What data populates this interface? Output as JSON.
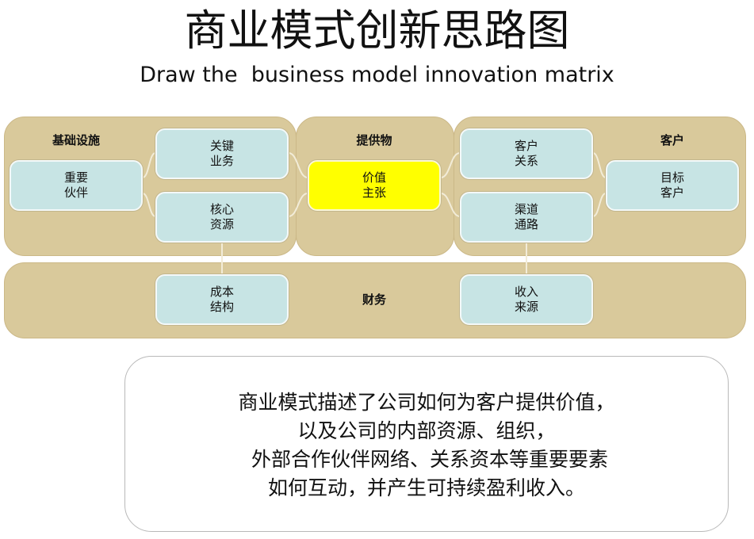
{
  "title": "商业模式创新思路图",
  "subtitle": "Draw the  business model innovation matrix",
  "panels": {
    "infrastructure": "基础设施",
    "offering": "提供物",
    "customers": "客户",
    "finance": "财务"
  },
  "blocks": {
    "key_partners": "重要\n伙伴",
    "key_activities": "关键\n业务",
    "key_resources": "核心\n资源",
    "value_proposition": "价值\n主张",
    "customer_relationships": "客户\n关系",
    "channels": "渠道\n通路",
    "customer_segments": "目标\n客户",
    "cost_structure": "成本\n结构",
    "revenue_streams": "收入\n来源"
  },
  "description": {
    "lines": [
      "商业模式描述了公司如何为客户提供价值，",
      "以及公司的内部资源、组织，",
      " 外部合作伙伴网络、关系资本等重要要素",
      "如何互动，并产生可持续盈利收入。"
    ]
  },
  "colors": {
    "panel": "#d9c99b",
    "block": "#c7e4e4",
    "highlight": "#ffff00"
  }
}
